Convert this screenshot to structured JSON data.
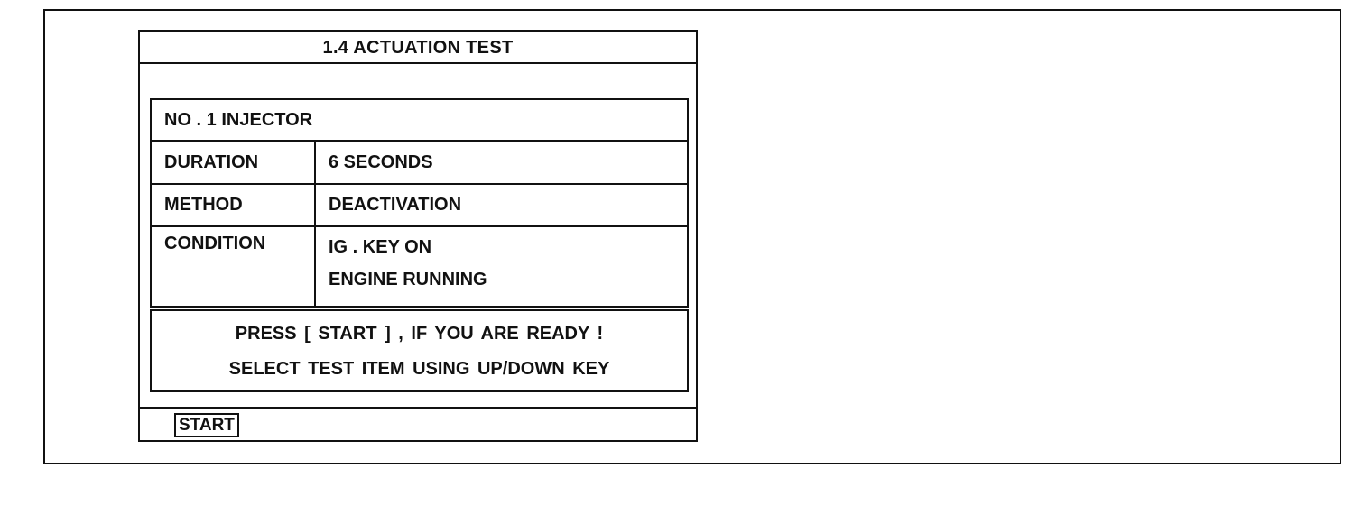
{
  "screen": {
    "title": "1.4 ACTUATION TEST"
  },
  "test": {
    "item": "NO . 1  INJECTOR",
    "parameters": [
      {
        "label": "DURATION",
        "value_lines": [
          "6  SECONDS"
        ]
      },
      {
        "label": "METHOD",
        "value_lines": [
          "DEACTIVATION"
        ]
      },
      {
        "label": "CONDITION",
        "value_lines": [
          "IG . KEY  ON",
          "ENGINE  RUNNING"
        ]
      }
    ]
  },
  "message": {
    "line1": "PRESS [ START ] ,  IF YOU ARE READY !",
    "line2": "SELECT TEST ITEM USING UP/DOWN KEY"
  },
  "footer": {
    "start_label": "START"
  }
}
